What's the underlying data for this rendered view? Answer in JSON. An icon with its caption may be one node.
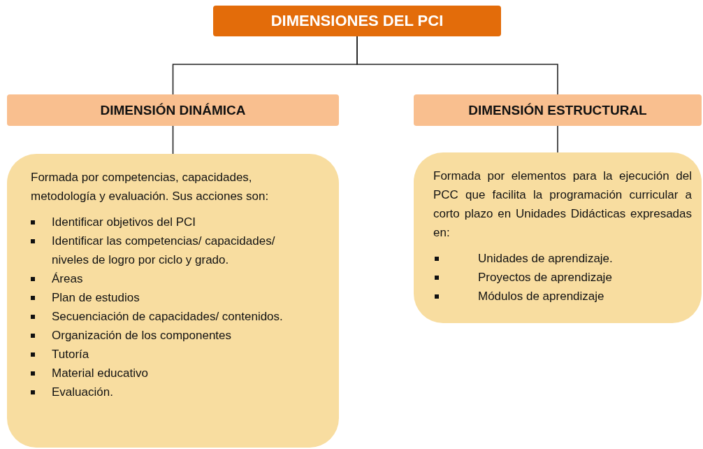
{
  "diagram": {
    "nodes": [
      {
        "text": [
          "DIMENSIONES DEL PCI"
        ]
      },
      {
        "text": [
          "DIMENSIÓN DINÁMICA"
        ]
      },
      {
        "text": [
          "DIMENSIÓN ESTRUCTURAL"
        ]
      },
      {
        "text": [
          "Formada por competencias, capacidades, metodología y evaluación. Sus acciones son:",
          "Identificar objetivos del PCI",
          "Identificar las competencias/ capacidades/ niveles de logro  por ciclo y grado.",
          "Áreas",
          "Plan de estudios",
          "Secuenciación de capacidades/ contenidos.",
          "Organización de los componentes",
          "Tutoría",
          "Material educativo",
          "Evaluación."
        ]
      },
      {
        "text": [
          "Formada por elementos para la ejecución del PCC que facilita la programación curricular a corto plazo en Unidades Didácticas expresadas en:",
          "Unidades de aprendizaje.",
          "Proyectos de aprendizaje",
          "Módulos de aprendizaje"
        ]
      }
    ],
    "edges": [
      {
        "from": 0,
        "to": 1,
        "arrow": "none"
      },
      {
        "from": 0,
        "to": 2,
        "arrow": "none"
      },
      {
        "from": 1,
        "to": 3,
        "arrow": "none"
      },
      {
        "from": 2,
        "to": 4,
        "arrow": "none"
      }
    ]
  }
}
